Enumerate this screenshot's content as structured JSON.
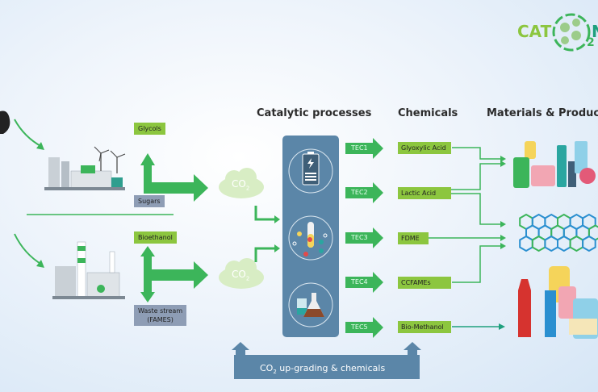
{
  "logo": {
    "text": "CAT",
    "subscript": "2",
    "trailing": "N"
  },
  "headers": {
    "catalytic": "Catalytic processes",
    "chemicals": "Chemicals",
    "materials": "Materials & Products"
  },
  "sources": {
    "top": {
      "up": "Glycols",
      "down": "Sugars"
    },
    "bottom": {
      "up": "Bioethanol",
      "down_line1": "Waste stream",
      "down_line2": "(FAMES)"
    }
  },
  "co2_cloud": {
    "text": "CO",
    "sub": "2"
  },
  "processes": [
    "battery-icon",
    "test-tube-molecule-icon",
    "lab-flasks-icon"
  ],
  "tec": [
    "TEC1",
    "TEC2",
    "TEC3",
    "TEC4",
    "TEC5"
  ],
  "chemicals": [
    "Glyoxylic Acid",
    "Lactic Acid",
    "FDME",
    "CCFAMEs",
    "Bio-Methanol"
  ],
  "bottom_bar": {
    "prefix": "CO",
    "sub": "2",
    "suffix": " up-grading & chemicals"
  },
  "colors": {
    "green": "#3cb55a",
    "label_green": "#8cc63f",
    "panel_blue": "#5b86a8",
    "label_grey": "#8e9db5",
    "teal": "#1fa07e"
  }
}
